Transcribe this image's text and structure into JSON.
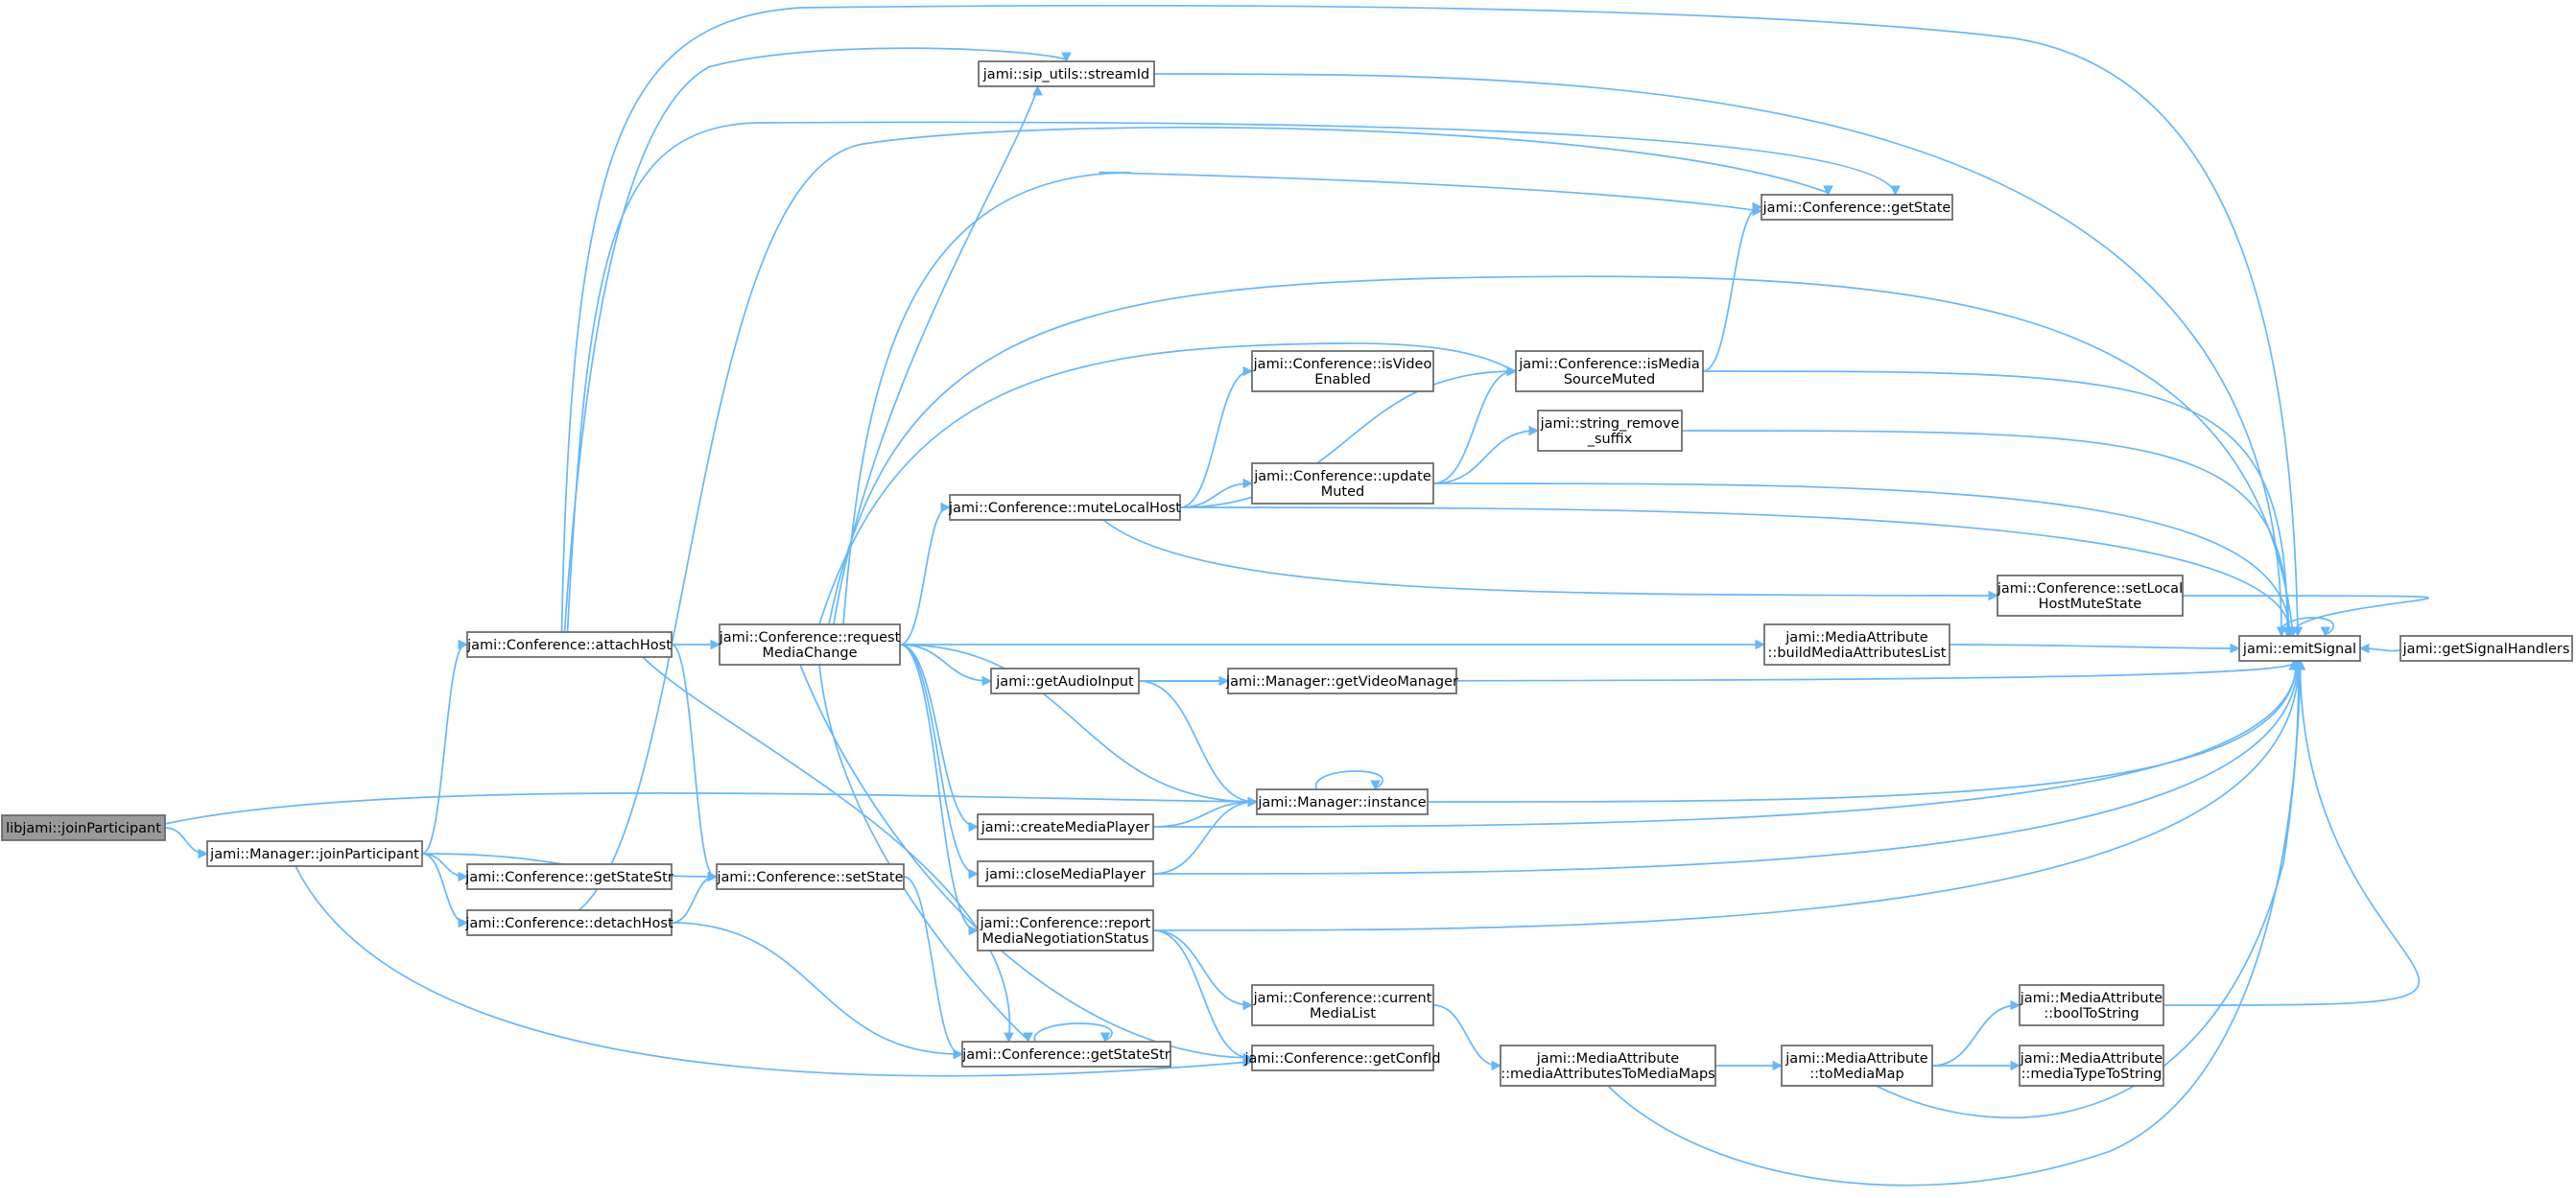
{
  "nodes": {
    "join_participant_lib": {
      "lines": [
        "libjami::joinParticipant"
      ]
    },
    "manager_join_participant": {
      "lines": [
        "jami::Manager::joinParticipant"
      ]
    },
    "conf_attach_host": {
      "lines": [
        "jami::Conference::attachHost"
      ]
    },
    "conf_get_state_str_1": {
      "lines": [
        "jami::Conference::getStateStr"
      ]
    },
    "conf_detach_host": {
      "lines": [
        "jami::Conference::detachHost"
      ]
    },
    "conf_set_state": {
      "lines": [
        "jami::Conference::setState"
      ]
    },
    "conf_request_media_change": {
      "lines": [
        "jami::Conference::request",
        "MediaChange"
      ]
    },
    "conf_get_state_str_2": {
      "lines": [
        "jami::Conference::getStateStr"
      ]
    },
    "sip_utils_stream_id": {
      "lines": [
        "jami::sip_utils::streamId"
      ]
    },
    "conf_get_state": {
      "lines": [
        "jami::Conference::getState"
      ]
    },
    "conf_mute_local_host": {
      "lines": [
        "jami::Conference::muteLocalHost"
      ]
    },
    "get_audio_input": {
      "lines": [
        "jami::getAudioInput"
      ]
    },
    "create_media_player": {
      "lines": [
        "jami::createMediaPlayer"
      ]
    },
    "close_media_player": {
      "lines": [
        "jami::closeMediaPlayer"
      ]
    },
    "conf_report_media_negotiation_status": {
      "lines": [
        "jami::Conference::report",
        "MediaNegotiationStatus"
      ]
    },
    "conf_is_video_enabled": {
      "lines": [
        "jami::Conference::isVideo",
        "Enabled"
      ]
    },
    "conf_update_muted": {
      "lines": [
        "jami::Conference::update",
        "Muted"
      ]
    },
    "manager_get_video_manager": {
      "lines": [
        "jami::Manager::getVideoManager"
      ]
    },
    "manager_instance": {
      "lines": [
        "jami::Manager::instance"
      ]
    },
    "conf_current_media_list": {
      "lines": [
        "jami::Conference::current",
        "MediaList"
      ]
    },
    "conf_get_conf_id": {
      "lines": [
        "jami::Conference::getConfId"
      ]
    },
    "conf_is_media_source_muted": {
      "lines": [
        "jami::Conference::isMedia",
        "SourceMuted"
      ]
    },
    "string_remove_suffix": {
      "lines": [
        "jami::string_remove",
        "_suffix"
      ]
    },
    "media_attr_to_media_maps": {
      "lines": [
        "jami::MediaAttribute",
        "::mediaAttributesToMediaMaps"
      ]
    },
    "media_attr_build_list": {
      "lines": [
        "jami::MediaAttribute",
        "::buildMediaAttributesList"
      ]
    },
    "media_attr_to_media_map": {
      "lines": [
        "jami::MediaAttribute",
        "::toMediaMap"
      ]
    },
    "conf_set_local_host_mute_state": {
      "lines": [
        "jami::Conference::setLocal",
        "HostMuteState"
      ]
    },
    "media_attr_bool_to_string": {
      "lines": [
        "jami::MediaAttribute",
        "::boolToString"
      ]
    },
    "media_attr_media_type_to_string": {
      "lines": [
        "jami::MediaAttribute",
        "::mediaTypeToString"
      ]
    },
    "emit_signal": {
      "lines": [
        "jami::emitSignal"
      ]
    },
    "get_signal_handlers": {
      "lines": [
        "jami::getSignalHandlers"
      ]
    }
  },
  "edges": [
    [
      "join_participant_lib",
      "manager_join_participant"
    ],
    [
      "join_participant_lib",
      "manager_instance"
    ],
    [
      "manager_join_participant",
      "conf_attach_host"
    ],
    [
      "manager_join_participant",
      "conf_get_state_str_1"
    ],
    [
      "manager_join_participant",
      "conf_detach_host"
    ],
    [
      "manager_join_participant",
      "conf_set_state"
    ],
    [
      "manager_join_participant",
      "conf_get_conf_id"
    ],
    [
      "conf_attach_host",
      "conf_request_media_change"
    ],
    [
      "conf_attach_host",
      "conf_set_state"
    ],
    [
      "conf_attach_host",
      "sip_utils_stream_id"
    ],
    [
      "conf_attach_host",
      "conf_get_state"
    ],
    [
      "conf_attach_host",
      "emit_signal"
    ],
    [
      "conf_attach_host",
      "conf_get_state_str_2"
    ],
    [
      "conf_detach_host",
      "conf_set_state"
    ],
    [
      "conf_detach_host",
      "conf_get_state_str_2"
    ],
    [
      "conf_detach_host",
      "conf_get_state"
    ],
    [
      "conf_set_state",
      "conf_get_state_str_2"
    ],
    [
      "conf_get_state_str_2",
      "conf_get_state_str_2"
    ],
    [
      "conf_request_media_change",
      "sip_utils_stream_id"
    ],
    [
      "conf_request_media_change",
      "conf_get_state"
    ],
    [
      "conf_request_media_change",
      "emit_signal"
    ],
    [
      "conf_request_media_change",
      "conf_is_media_source_muted"
    ],
    [
      "conf_request_media_change",
      "conf_mute_local_host"
    ],
    [
      "conf_request_media_change",
      "media_attr_build_list"
    ],
    [
      "conf_request_media_change",
      "get_audio_input"
    ],
    [
      "conf_request_media_change",
      "manager_instance"
    ],
    [
      "conf_request_media_change",
      "create_media_player"
    ],
    [
      "conf_request_media_change",
      "close_media_player"
    ],
    [
      "conf_request_media_change",
      "conf_report_media_negotiation_status"
    ],
    [
      "conf_request_media_change",
      "conf_get_conf_id"
    ],
    [
      "conf_request_media_change",
      "conf_get_state_str_2"
    ],
    [
      "sip_utils_stream_id",
      "emit_signal"
    ],
    [
      "conf_mute_local_host",
      "conf_is_video_enabled"
    ],
    [
      "conf_mute_local_host",
      "conf_is_media_source_muted"
    ],
    [
      "conf_mute_local_host",
      "conf_update_muted"
    ],
    [
      "conf_mute_local_host",
      "emit_signal"
    ],
    [
      "conf_mute_local_host",
      "conf_set_local_host_mute_state"
    ],
    [
      "conf_update_muted",
      "conf_is_media_source_muted"
    ],
    [
      "conf_update_muted",
      "string_remove_suffix"
    ],
    [
      "conf_update_muted",
      "emit_signal"
    ],
    [
      "conf_is_media_source_muted",
      "conf_get_state"
    ],
    [
      "conf_is_media_source_muted",
      "emit_signal"
    ],
    [
      "string_remove_suffix",
      "emit_signal"
    ],
    [
      "conf_set_local_host_mute_state",
      "emit_signal"
    ],
    [
      "media_attr_build_list",
      "emit_signal"
    ],
    [
      "get_audio_input",
      "manager_get_video_manager"
    ],
    [
      "get_audio_input",
      "manager_instance"
    ],
    [
      "get_audio_input",
      "emit_signal"
    ],
    [
      "manager_instance",
      "manager_instance"
    ],
    [
      "manager_instance",
      "emit_signal"
    ],
    [
      "create_media_player",
      "manager_instance"
    ],
    [
      "create_media_player",
      "emit_signal"
    ],
    [
      "close_media_player",
      "manager_instance"
    ],
    [
      "close_media_player",
      "emit_signal"
    ],
    [
      "conf_report_media_negotiation_status",
      "conf_current_media_list"
    ],
    [
      "conf_report_media_negotiation_status",
      "conf_get_conf_id"
    ],
    [
      "conf_report_media_negotiation_status",
      "emit_signal"
    ],
    [
      "conf_current_media_list",
      "media_attr_to_media_maps"
    ],
    [
      "media_attr_to_media_maps",
      "media_attr_to_media_map"
    ],
    [
      "media_attr_to_media_maps",
      "emit_signal"
    ],
    [
      "media_attr_to_media_map",
      "media_attr_bool_to_string"
    ],
    [
      "media_attr_to_media_map",
      "media_attr_media_type_to_string"
    ],
    [
      "media_attr_to_media_map",
      "emit_signal"
    ],
    [
      "media_attr_bool_to_string",
      "emit_signal"
    ],
    [
      "emit_signal",
      "emit_signal"
    ],
    [
      "get_signal_handlers",
      "emit_signal"
    ]
  ],
  "colors": {
    "edge": "#63b8ff",
    "node_border": "#666666",
    "node_fill": "#ffffff",
    "root_fill": "#999999"
  }
}
